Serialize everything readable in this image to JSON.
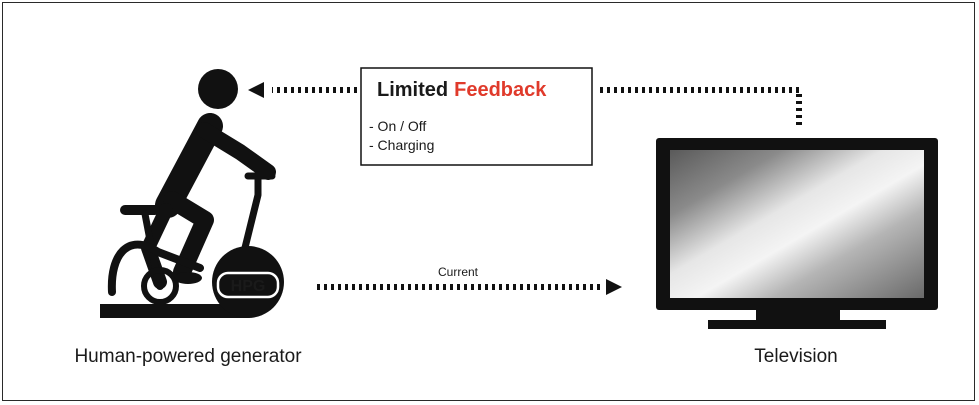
{
  "feedback_box": {
    "title_part1": "Limited",
    "title_part2": "Feedback",
    "items": [
      "- On / Off",
      "- Charging"
    ]
  },
  "generator": {
    "badge": "HPG",
    "label": "Human-powered generator"
  },
  "current_arrow": {
    "label": "Current"
  },
  "television": {
    "label": "Television"
  },
  "colors": {
    "ink": "#111111",
    "accent": "#e03a2b",
    "frame": "#2a2a2a"
  },
  "icons": [
    "person-on-exercise-bike-icon",
    "television-icon"
  ]
}
